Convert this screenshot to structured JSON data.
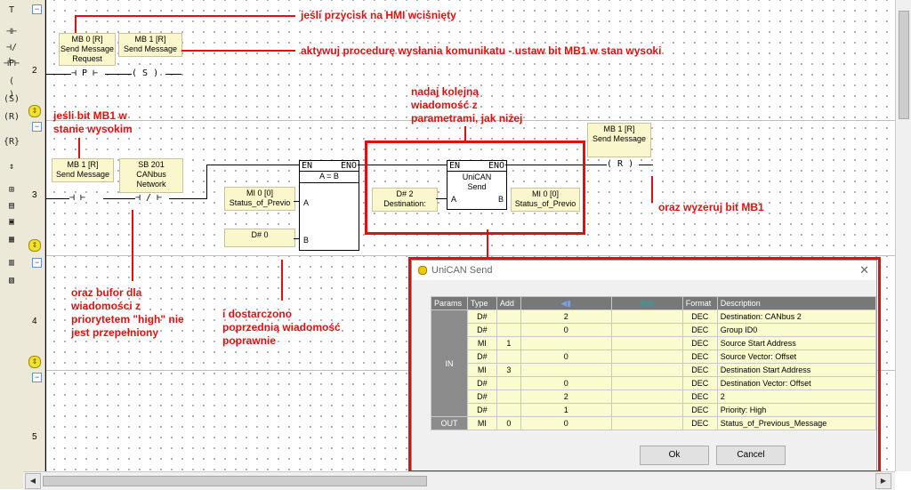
{
  "toolbar": {
    "tools": [
      "T",
      "⊣⊢",
      "⊣/⊢",
      "⊣P⊢",
      "( )",
      "(S)",
      "(R)",
      "{R}",
      "↕",
      "⊞",
      "▤",
      "▣",
      "▦",
      "▥",
      "▧"
    ]
  },
  "rungs": {
    "numbers": [
      "2",
      "3",
      "4",
      "5"
    ],
    "bookmark": "⇕"
  },
  "rung2": {
    "tag1": {
      "addr": "MB 0 [R]",
      "line2": "Send Message",
      "line3": "Request"
    },
    "tag2": {
      "addr": "MB 1 [R]",
      "line2": "Send Message"
    },
    "contact_p": "⊣ P ⊢",
    "coil_s": "( S )"
  },
  "rung3": {
    "tag_mb1": {
      "addr": "MB 1 [R]",
      "line2": "Send Message"
    },
    "tag_sb201": {
      "addr": "SB 201",
      "line2": "CANbus",
      "line3": "Network"
    },
    "contact_no": "⊣  ⊢",
    "contact_nc": "⊣ / ⊢",
    "compare": {
      "en": "EN",
      "eno": "ENO",
      "title": "A = B",
      "pin_a": "A",
      "pin_b": "B"
    },
    "tag_mi0_in": {
      "addr": "MI 0 [0]",
      "line2": "Status_of_Previo"
    },
    "tag_d0": {
      "addr": "D# 0"
    },
    "unican": {
      "en": "EN",
      "eno": "ENO",
      "title1": "UniCAN",
      "title2": "Send",
      "pin_a": "A",
      "pin_b": "B"
    },
    "tag_d2": {
      "addr": "D# 2",
      "line2": "Destination:"
    },
    "tag_mi0_out": {
      "addr": "MI 0 [0]",
      "line2": "Status_of_Previo"
    },
    "tag_mb1_reset": {
      "addr": "MB 1 [R]",
      "line2": "Send Message"
    },
    "coil_r": "( R )"
  },
  "annotations": {
    "hmi": "jeśli przycisk na HMI wciśnięty",
    "activate": "aktywuj procedurę wysłania komunikatu - ustaw bit MB1 w stan wysoki",
    "mb1_high": [
      "jeśli bit MB1 w",
      "stanie wysokim"
    ],
    "next_msg": [
      "nadaj kolejną",
      "wiadomość z",
      "parametrami, jak niżej"
    ],
    "buffer": [
      "oraz bufor dla",
      "wiadomości z",
      "priorytetem \"high\" nie",
      "jest przepełniony"
    ],
    "delivered": [
      "i dostarczono",
      "poprzednią wiadomość",
      "poprawnie"
    ],
    "reset": "oraz wyzeruj bit MB1"
  },
  "dialog": {
    "title": "UniCAN Send",
    "close": "✕",
    "columns": [
      "Params",
      "Type",
      "Add",
      "",
      "",
      "Format",
      "Description"
    ],
    "groups": {
      "in": "IN",
      "out": "OUT"
    },
    "rows": [
      {
        "type": "D#",
        "add": "",
        "v1": "2",
        "v2": "",
        "format": "DEC",
        "desc": "Destination: CANbus 2"
      },
      {
        "type": "D#",
        "add": "",
        "v1": "0",
        "v2": "",
        "format": "DEC",
        "desc": "Group ID0"
      },
      {
        "type": "MI",
        "add": "1",
        "v1": "",
        "v2": "",
        "format": "DEC",
        "desc": "Source Start Address"
      },
      {
        "type": "D#",
        "add": "",
        "v1": "0",
        "v2": "",
        "format": "DEC",
        "desc": "Source Vector: Offset"
      },
      {
        "type": "MI",
        "add": "3",
        "v1": "",
        "v2": "",
        "format": "DEC",
        "desc": "Destination Start Address"
      },
      {
        "type": "D#",
        "add": "",
        "v1": "0",
        "v2": "",
        "format": "DEC",
        "desc": "Destination Vector: Offset"
      },
      {
        "type": "D#",
        "add": "",
        "v1": "2",
        "v2": "",
        "format": "DEC",
        "desc": "2"
      },
      {
        "type": "D#",
        "add": "",
        "v1": "1",
        "v2": "",
        "format": "DEC",
        "desc": "Priority: High"
      },
      {
        "type": "MI",
        "add": "0",
        "v1": "0",
        "v2": "",
        "format": "DEC",
        "desc": "Status_of_Previous_Message"
      }
    ],
    "ok": "Ok",
    "cancel": "Cancel"
  },
  "colors": {
    "annotation": "#e01010",
    "tag_bg": "#fbf7cc",
    "grid_cell": "#fbfbd0"
  }
}
